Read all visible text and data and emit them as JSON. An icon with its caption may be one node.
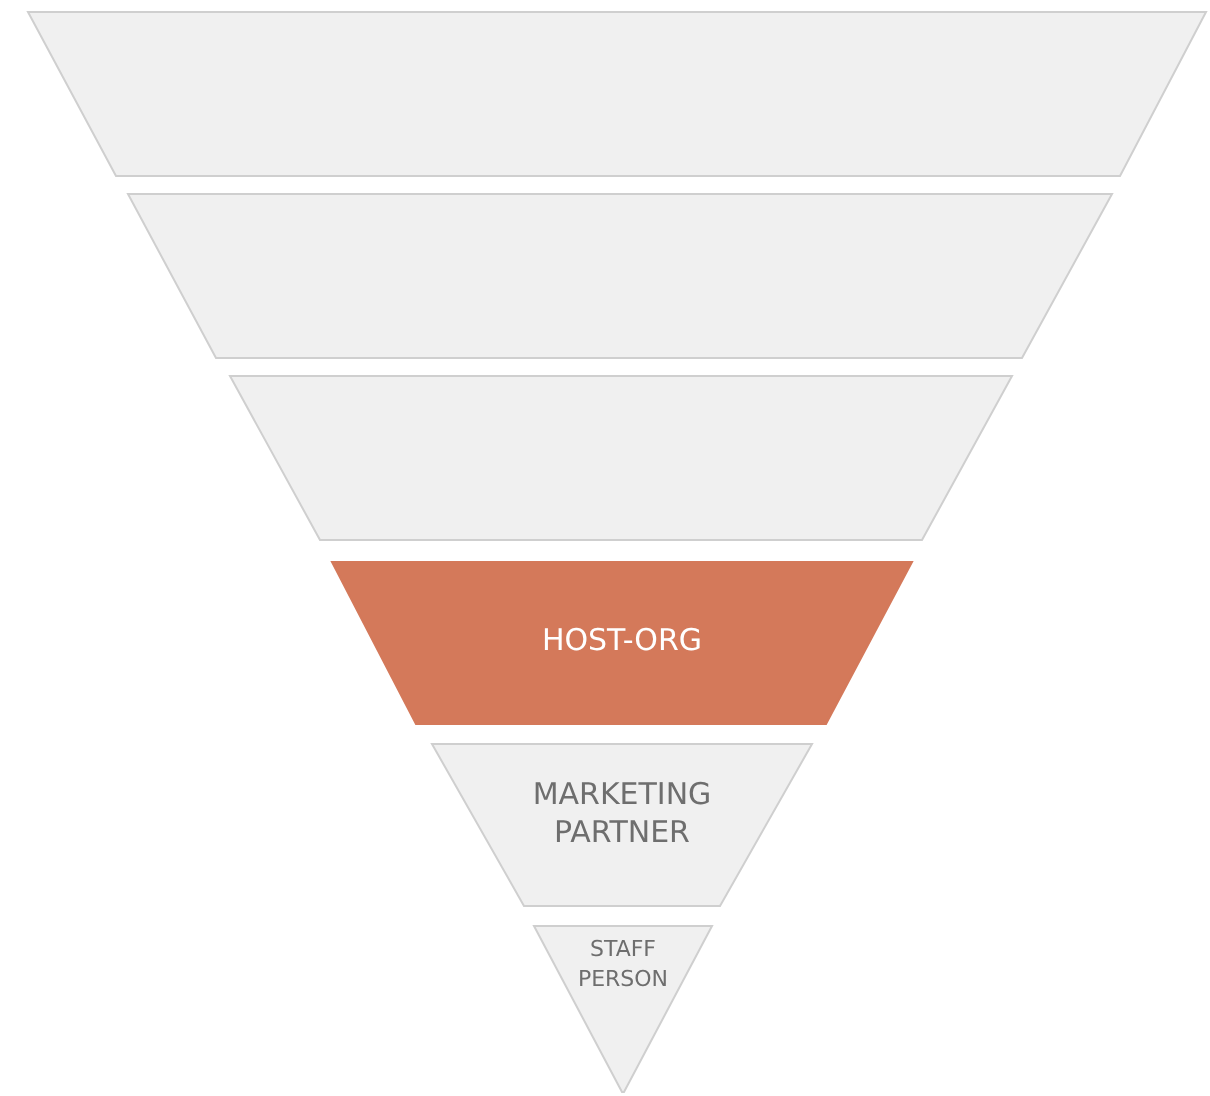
{
  "diagram": {
    "nodes": [
      {
        "text": [],
        "shape": "trapezoid"
      },
      {
        "text": [],
        "shape": "trapezoid"
      },
      {
        "text": [],
        "shape": "trapezoid"
      },
      {
        "text": [
          "HOST-ORG"
        ]
      },
      {
        "text": [
          "MARKETING PARTNER"
        ]
      },
      {
        "text": [
          "STAFF PERSON"
        ]
      }
    ]
  }
}
